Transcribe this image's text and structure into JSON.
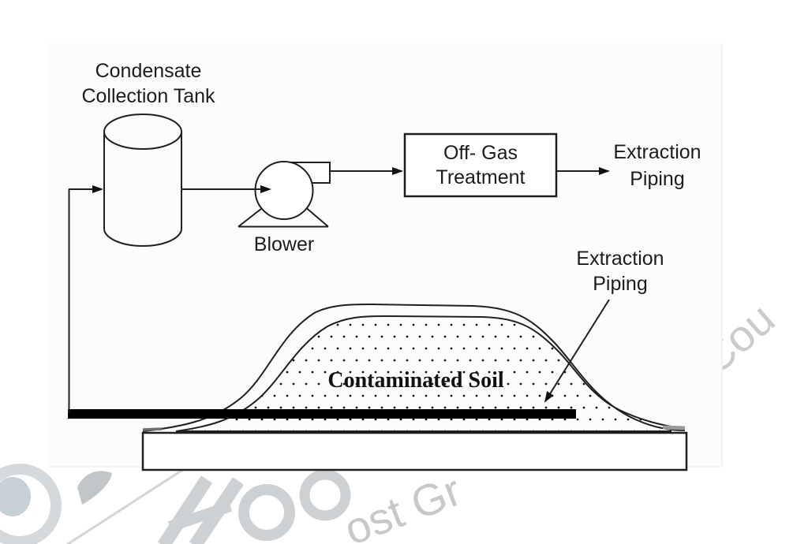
{
  "figure": {
    "title_implicit": "Soil vapor extraction system diagram",
    "tank_label": {
      "line1": "Condensate",
      "line2": "Collection Tank"
    },
    "blower_label": "Blower",
    "offgas_box": {
      "line1": "Off- Gas",
      "line2": "Treatment"
    },
    "extraction_piping_outlet": {
      "line1": "Extraction",
      "line2": "Piping"
    },
    "extraction_piping_soil": {
      "line1": "Extraction",
      "line2": "Piping"
    },
    "soil_label": "Contaminated Soil",
    "colors": {
      "line": "#1f1f1f",
      "text": "#1c1c1c",
      "pipe": "#000000",
      "figure_background": "#fcfcfc",
      "watermark_gray": "#c9cccf",
      "watermark_blue_gray": "#c7d1d6"
    }
  },
  "watermark": {
    "fragment_bottom": "ost Gr",
    "fragment_right": "Cou"
  }
}
